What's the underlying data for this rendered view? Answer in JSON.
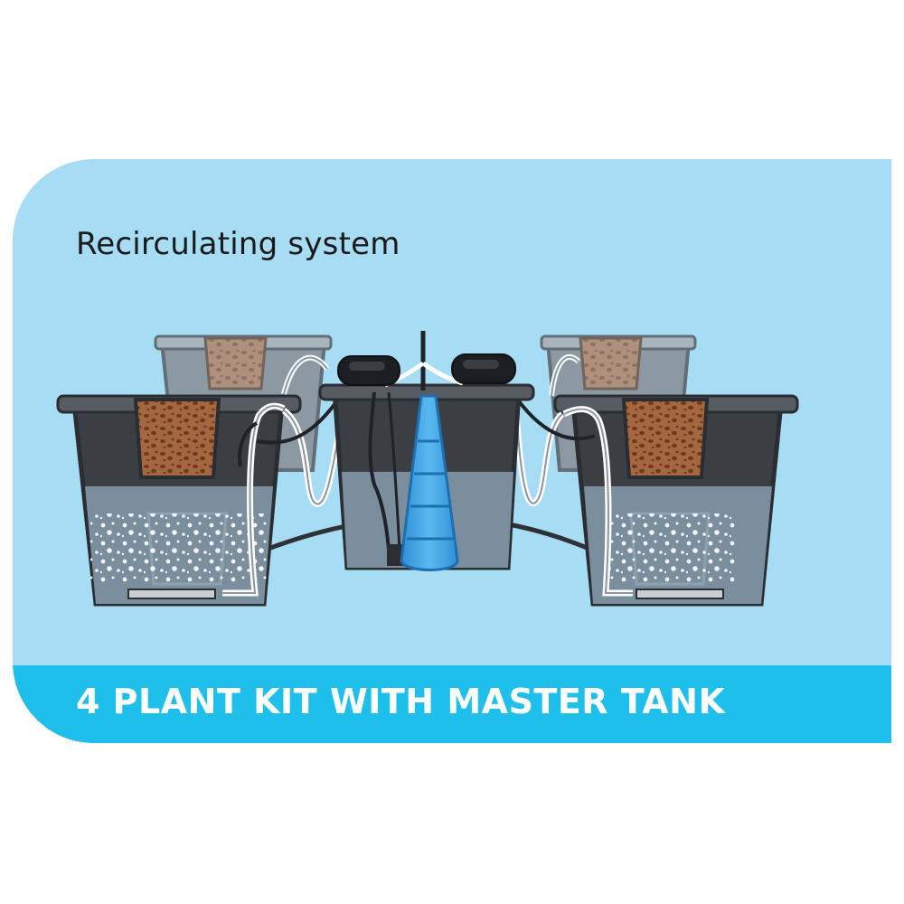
{
  "subtitle": "Recirculating system",
  "banner": {
    "title": "4 PLANT KIT WITH MASTER TANK"
  },
  "colors": {
    "panel_bg": "#a6dcf4",
    "banner_bg": "#1fbfec",
    "banner_text": "#ffffff",
    "pot_dark": "#3b3f44",
    "pot_water": "#7a8e9e",
    "clay_pebbles": "#a5673f",
    "water_column": "#3fa2e4"
  },
  "components": [
    {
      "name": "back-left-pot"
    },
    {
      "name": "back-right-pot"
    },
    {
      "name": "front-left-pot"
    },
    {
      "name": "front-right-pot"
    },
    {
      "name": "master-tank"
    },
    {
      "name": "left-air-pump"
    },
    {
      "name": "right-air-pump"
    }
  ]
}
